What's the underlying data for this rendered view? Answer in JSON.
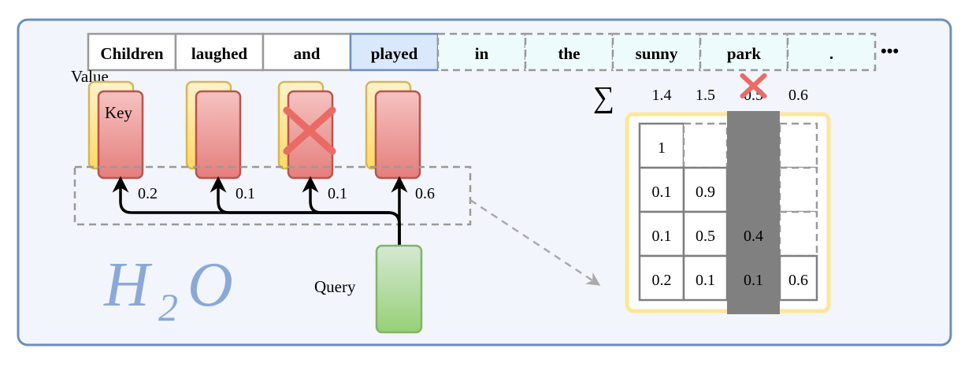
{
  "tokens": [
    {
      "text": "Children",
      "style": "kept"
    },
    {
      "text": "laughed",
      "style": "kept"
    },
    {
      "text": "and",
      "style": "kept"
    },
    {
      "text": "played",
      "style": "current"
    },
    {
      "text": "in",
      "style": "future"
    },
    {
      "text": "the",
      "style": "future"
    },
    {
      "text": "sunny",
      "style": "future"
    },
    {
      "text": "park",
      "style": "future"
    },
    {
      "text": ".",
      "style": "future"
    }
  ],
  "ellipsis": "•••",
  "labels": {
    "value": "Value",
    "key": "Key",
    "query": "Query",
    "sum_symbol": "∑"
  },
  "attention_weights": [
    "0.2",
    "0.1",
    "0.1",
    "0.6"
  ],
  "evicted_index": 2,
  "column_sums": [
    "1.4",
    "1.5",
    "0.5",
    "0.6"
  ],
  "matrix": [
    [
      "1",
      "",
      "",
      ""
    ],
    [
      "0.1",
      "0.9",
      "",
      ""
    ],
    [
      "0.1",
      "0.5",
      "0.4",
      ""
    ],
    [
      "0.2",
      "0.1",
      "0.1",
      "0.6"
    ]
  ],
  "logo": {
    "main": "H",
    "sub": "2",
    "end": "O"
  },
  "colors": {
    "panel_border": "#6c8ebf",
    "panel_fill": "#f2f5fb",
    "token_current": "#dae8fc",
    "token_future": "#eefbfd",
    "key_fill": "#f8cecc",
    "key_stroke": "#b85450",
    "value_fill": "#fff2cc",
    "value_stroke": "#d6b656",
    "query_fill": "#d5e8d4",
    "query_stroke": "#82b366",
    "evict_cross": "#ea6b66",
    "evicted_column": "#808080",
    "logo": "#8aa9d8"
  }
}
